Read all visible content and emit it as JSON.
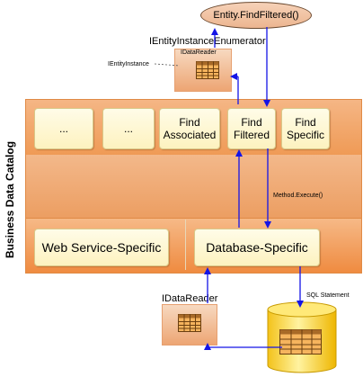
{
  "top_call": "Entity.FindFiltered()",
  "enumerator_label": "IEntityInstanceEnumerator",
  "enumerator_reader_label": "IDataReader",
  "entity_instance_label": "IEntityInstance",
  "catalog_label": "Business Data Catalog",
  "method_tiles": [
    "...",
    "...",
    "Find\nAssociated",
    "Find\nFiltered",
    "Find\nSpecific"
  ],
  "method_execute_label": "Method.Execute()",
  "web_service_label": "Web Service-Specific",
  "database_label": "Database-Specific",
  "bottom_reader_label": "IDataReader",
  "sql_label": "SQL Statement",
  "colors": {
    "arrow": "#1414e6",
    "band": "#ef9a55",
    "tile": "#fdf4c8",
    "db": "#f5d020"
  }
}
